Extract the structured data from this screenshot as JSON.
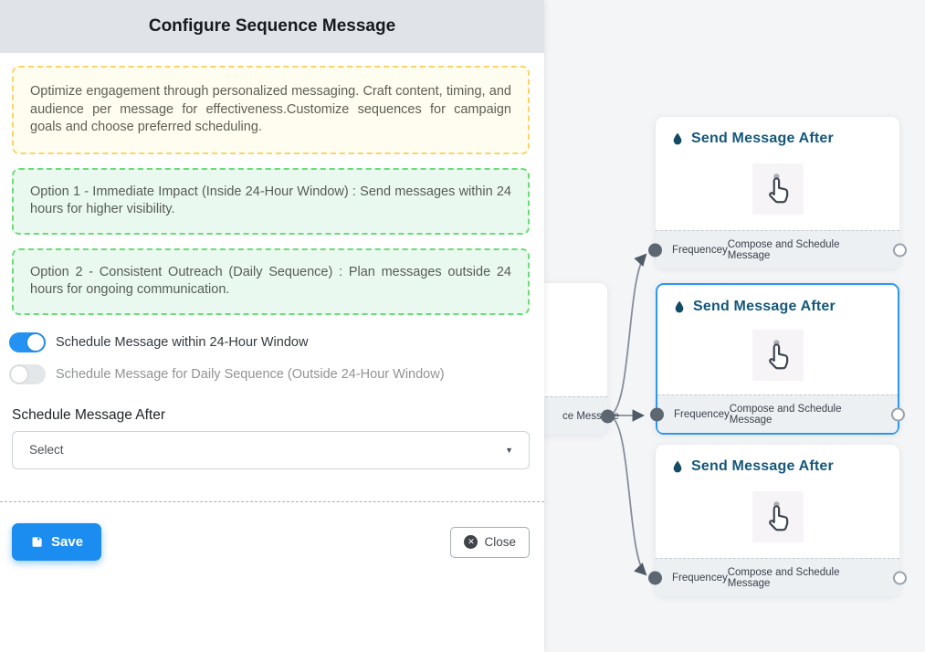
{
  "panel": {
    "title": "Configure Sequence Message",
    "alerts": {
      "intro": "Optimize engagement through personalized messaging. Craft content, timing, and audience per message for effectiveness.Customize sequences for campaign goals and choose preferred scheduling.",
      "option1": "Option 1 - Immediate Impact (Inside 24-Hour Window) : Send messages within 24 hours for higher visibility.",
      "option2": "Option 2 - Consistent Outreach (Daily Sequence) : Plan messages outside 24 hours for ongoing communication."
    },
    "toggles": [
      {
        "label": "Schedule Message within 24-Hour Window",
        "state": "on"
      },
      {
        "label": "Schedule Message for Daily Sequence (Outside 24-Hour Window)",
        "state": "off"
      }
    ],
    "schedule_after": {
      "label": "Schedule Message After",
      "value": "Select"
    },
    "buttons": {
      "save": "Save",
      "close": "Close"
    }
  },
  "canvas": {
    "nodes": [
      {
        "title": "Send Message After",
        "footer_left": "Frequencey",
        "footer_right": "Compose and Schedule Message",
        "selected": false
      },
      {
        "title": "Send Message After",
        "footer_left": "Frequencey",
        "footer_right": "Compose and Schedule Message",
        "selected": true
      },
      {
        "title": "Send Message After",
        "footer_left": "Frequencey",
        "footer_right": "Compose and Schedule Message",
        "selected": false
      }
    ],
    "source_node": {
      "visible_footer_fragment": "ce Message"
    }
  },
  "icons": {
    "node_header": "droplet-icon",
    "node_body": "tap-cursor-icon",
    "save": "floppy-disk-icon",
    "close": "close-circle-icon",
    "select": "caret-down-icon"
  },
  "colors": {
    "accent_blue": "#1b8cf0",
    "toggle_on": "#2492f2",
    "selected_node_border": "#2b98f0",
    "node_title": "#15577a",
    "alert_yellow_border": "#fbd468",
    "alert_green_border": "#6cdc77",
    "canvas_bg": "#f4f5f7",
    "header_bg": "#e0e4e9",
    "edge_stroke": "#848e9b"
  }
}
